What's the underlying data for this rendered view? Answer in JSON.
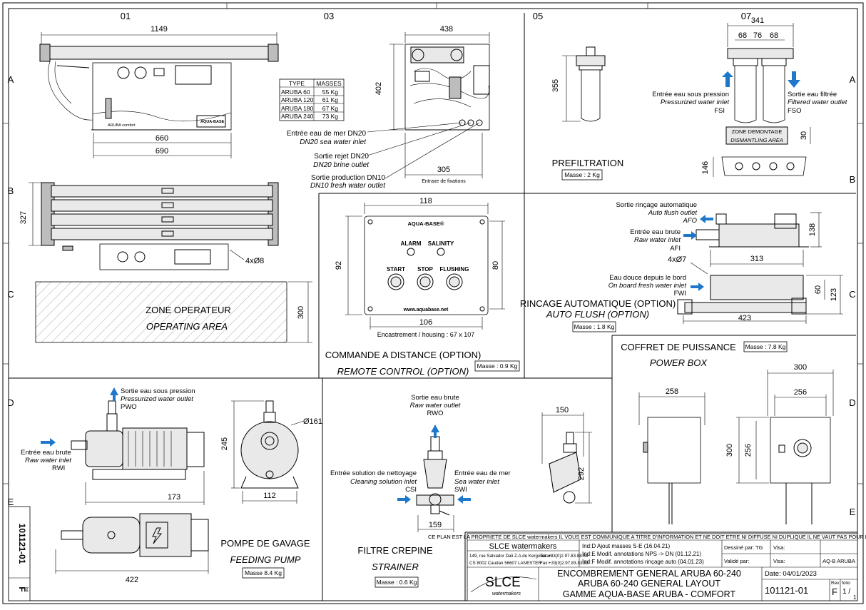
{
  "grid": {
    "columns": [
      "01",
      "03",
      "05",
      "07"
    ],
    "rows_left": [
      "A",
      "B",
      "C",
      "D",
      "E"
    ],
    "rows_right": [
      "A",
      "B",
      "C",
      "D",
      "E"
    ]
  },
  "view01": {
    "dim_length": "1149",
    "dim_660": "660",
    "dim_690": "690",
    "dim_327": "327",
    "holes": "4xØ8",
    "brand_logo": "AQUA-BASE",
    "model_label": "ARUBA comfort",
    "masses_table": {
      "headers": [
        "TYPE",
        "MASSES"
      ],
      "rows": [
        [
          "ARUBA 60",
          "55 Kg"
        ],
        [
          "ARUBA 120",
          "61 Kg"
        ],
        [
          "ARUBA 180",
          "67 Kg"
        ],
        [
          "ARUBA 240",
          "73 Kg"
        ]
      ]
    }
  },
  "operating_zone": {
    "fr": "ZONE OPERATEUR",
    "en": "OPERATING AREA",
    "dim": "300"
  },
  "view03": {
    "dim_438": "438",
    "dim_402": "402",
    "dim_305": "305",
    "entraxe": "Entraxe de fixations",
    "labels": [
      {
        "fr": "Entrée eau de mer DN20",
        "en": "DN20 sea water inlet"
      },
      {
        "fr": "Sortie rejet DN20",
        "en": "DN20 brine outlet"
      },
      {
        "fr": "Sortie production DN10",
        "en": "DN10 fresh water outlet"
      }
    ]
  },
  "prefiltration": {
    "title": "PREFILTRATION",
    "mass": "Masse : 2 Kg",
    "dim_355": "355"
  },
  "view07": {
    "dim_341": "341",
    "dim_68a": "68",
    "dim_76": "76",
    "dim_68b": "68",
    "dim_30": "30",
    "dim_146": "146",
    "inlet": {
      "fr": "Entrée eau sous pression",
      "en": "Pressurized water inlet",
      "code": "FSI"
    },
    "outlet": {
      "fr": "Sortie eau filtrée",
      "en": "Filtered water outlet",
      "code": "FSO"
    },
    "zone_fr": "ZONE DEMONTAGE",
    "zone_en": "DISMANTLING AREA"
  },
  "remote": {
    "dim_118": "118",
    "dim_92": "92",
    "dim_80": "80",
    "dim_106": "106",
    "housing": "Encastrement / housing : 67 x 107",
    "brand": "AQUA-BASE®",
    "alarm": "ALARM",
    "salinity": "SALINITY",
    "start": "START",
    "stop": "STOP",
    "flushing": "FLUSHING",
    "url": "www.aquabase.net",
    "title_fr": "COMMANDE A DISTANCE (OPTION)",
    "title_en": "REMOTE CONTROL (OPTION)",
    "mass": "Masse : 0.9 Kg"
  },
  "autoflush": {
    "afo": {
      "fr": "Sortie rinçage automatique",
      "en": "Auto flush outlet",
      "code": "AFO"
    },
    "afi": {
      "fr": "Entrée eau brute",
      "en": "Raw water inlet",
      "code": "AFI"
    },
    "fwi": {
      "fr": "Eau douce depuis le bord",
      "en": "On board fresh water inlet",
      "code": "FWI"
    },
    "dim_138": "138",
    "dim_313": "313",
    "holes": "4xØ7",
    "dim_60": "60",
    "dim_123": "123",
    "dim_423": "423",
    "title_fr": "RINCAGE AUTOMATIQUE (OPTION)",
    "title_en": "AUTO FLUSH (OPTION)",
    "mass": "Masse : 1.8 Kg"
  },
  "powerbox": {
    "title_fr": "COFFRET DE PUISSANCE",
    "title_en": "POWER BOX",
    "mass": "Masse : 7.8 Kg",
    "dim_258": "258",
    "dim_300w": "300",
    "dim_256w": "256",
    "dim_300h": "300",
    "dim_256h": "256"
  },
  "pump": {
    "outlet": {
      "fr": "Sortie eau sous pression",
      "en": "Pressurized water outlet",
      "code": "PWO"
    },
    "inlet": {
      "fr": "Entrée eau brute",
      "en": "Raw water inlet",
      "code": "RWI"
    },
    "dim_245": "245",
    "dim_173": "173",
    "dim_161": "Ø161",
    "dim_112": "112",
    "dim_422": "422",
    "title_fr": "POMPE DE GAVAGE",
    "title_en": "FEEDING PUMP",
    "mass": "Masse 8.4 Kg"
  },
  "strainer": {
    "rwo": {
      "fr": "Sortie eau brute",
      "en": "Raw water outlet",
      "code": "RWO"
    },
    "csi": {
      "fr": "Entrée solution de nettoyage",
      "en": "Cleaning solution inlet",
      "code": "CSI"
    },
    "swi": {
      "fr": "Entrée eau de mer",
      "en": "Sea water inlet",
      "code": "SWI"
    },
    "dim_159": "159",
    "dim_150": "150",
    "dim_292": "292",
    "title_fr": "FILTRE CREPINE",
    "title_en": "STRAINER",
    "mass": "Masse : 0.6 Kg"
  },
  "side_stamp": {
    "number": "101121-01",
    "rev": "F",
    "ind": "Ind"
  },
  "titleblock": {
    "property": "CE PLAN EST LA PROPRIETE DE SLCE watermakers IL VOUS EST COMMUNIQUE A TITRE D'INFORMATION ET NE DOIT ETRE NI DIFFUSE NI DUPLIQUE IL NE VAUT PAS POUR EXECUTION",
    "company": "SLCE watermakers",
    "address1": "149, rue Salvador Dali Z.A.de Kergouaran",
    "address2": "CS 8002 Caudan 56607 LANESTER",
    "tel": "Tel: +33(0)2.97.83.88.88",
    "fax": "Fax:+33(0)2.97.83.83.33",
    "logo_main": "SLCE",
    "logo_sub": "watermakers",
    "revisions": [
      "Ind:D Ajout masses S-E (16.04.21)",
      "Ind:E Modif. annotations NPS -> DN (01.12.21)",
      "Ind:F Modif. annotations rinçage auto (04.01.23)"
    ],
    "drawn_by": "Dessiné par: TG",
    "validated_by": "Validé par:",
    "visa1": "Visa:",
    "visa2": "Visa:",
    "code": "AQ-B ARUBA",
    "title1": "ENCOMBREMENT GENERAL ARUBA 60-240",
    "title2": "ARUBA 60-240 GENERAL LAYOUT",
    "title3": "GAMME AQUA-BASE ARUBA - COMFORT",
    "date": "Date: 04/01/2023",
    "number": "101121-01",
    "rev_label": "Rev",
    "rev": "F",
    "folio_label": "folio",
    "folio": "1 /",
    "folio_total": "1"
  }
}
